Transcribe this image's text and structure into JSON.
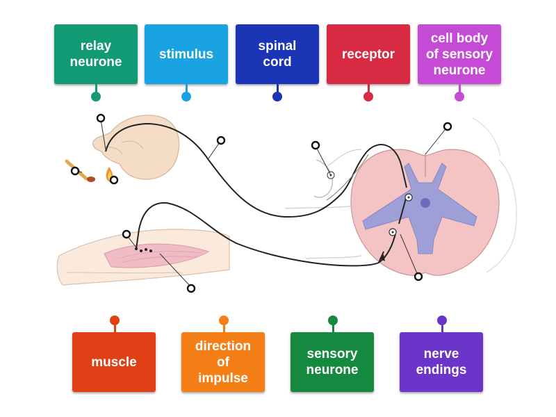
{
  "top_tiles": [
    {
      "label": "relay\nneurone",
      "color": "#119a73"
    },
    {
      "label": "stimulus",
      "color": "#1aa3e2"
    },
    {
      "label": "spinal\ncord",
      "color": "#1b35b7"
    },
    {
      "label": "receptor",
      "color": "#d82a43"
    },
    {
      "label": "cell body\nof sensory\nneurone",
      "color": "#c54bd6"
    }
  ],
  "bottom_tiles": [
    {
      "label": "muscle",
      "color": "#e04016"
    },
    {
      "label": "direction\nof\nimpulse",
      "color": "#f57f17"
    },
    {
      "label": "sensory\nneurone",
      "color": "#14893f"
    },
    {
      "label": "nerve\nendings",
      "color": "#6c35c9"
    }
  ]
}
